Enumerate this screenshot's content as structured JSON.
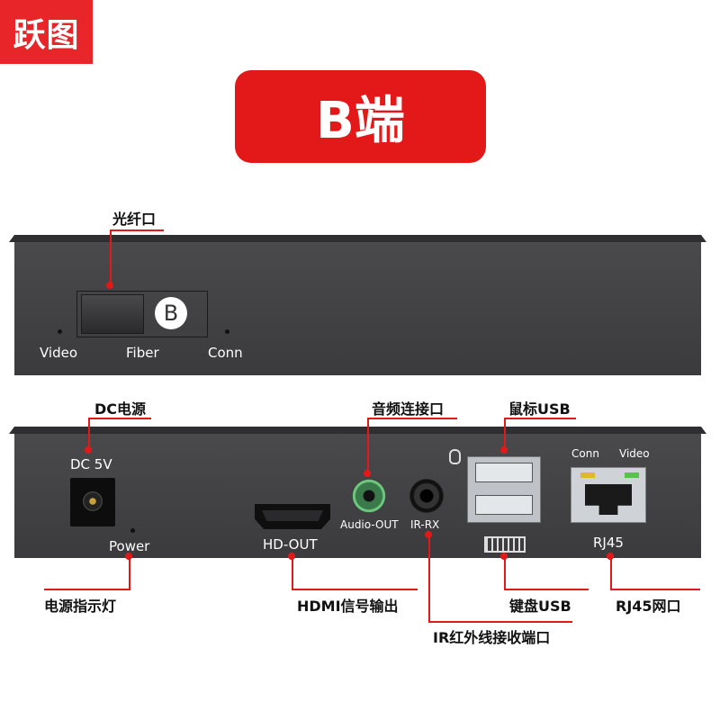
{
  "brand": {
    "logo_text": "跃图"
  },
  "header": {
    "title": "B端"
  },
  "front_panel": {
    "fiber_badge": "B",
    "labels": {
      "video": "Video",
      "fiber": "Fiber",
      "conn": "Conn"
    }
  },
  "back_panel": {
    "dc_label": "DC 5V",
    "power_label": "Power",
    "hdmi_label": "HD-OUT",
    "audio_label": "Audio-OUT",
    "ir_label": "IR-RX",
    "rj45_label": "RJ45",
    "rj45_conn": "Conn",
    "rj45_video": "Video"
  },
  "callouts": {
    "fiber_port": "光纤口",
    "dc_power": "DC电源",
    "audio_port": "音频连接口",
    "mouse_usb": "鼠标USB",
    "power_led": "电源指示灯",
    "hdmi_out": "HDMI信号输出",
    "ir_port": "IR红外线接收端口",
    "keyboard_usb": "键盘USB",
    "rj45_port": "RJ45网口"
  },
  "colors": {
    "accent": "#e31818",
    "panel": "#444446"
  }
}
